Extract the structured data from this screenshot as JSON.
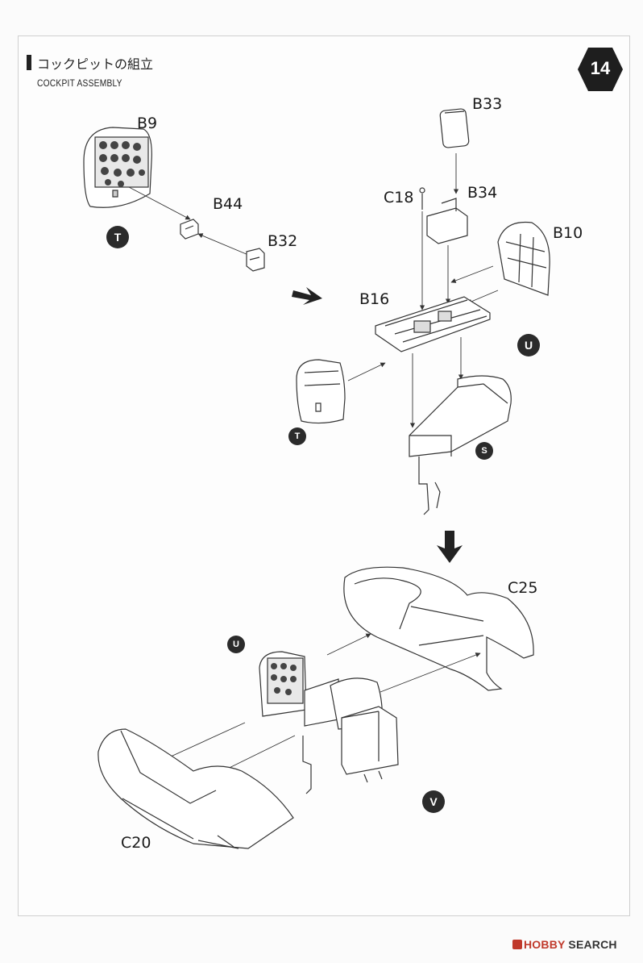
{
  "header": {
    "title_jp": "コックピットの組立",
    "title_en": "COCKPIT ASSEMBLY",
    "step_number": "14"
  },
  "part_labels": {
    "b9": "B9",
    "b44": "B44",
    "b32": "B32",
    "b33": "B33",
    "b34": "B34",
    "c18": "C18",
    "b10": "B10",
    "b16": "B16",
    "c25": "C25",
    "c20": "C20"
  },
  "subassembly_markers": {
    "t_top": "T",
    "t_mid": "T",
    "u_mid": "U",
    "s_mid": "S",
    "u_bottom": "U",
    "v_bottom": "V"
  },
  "footer": {
    "brand_prefix": "HOBBY",
    "brand_suffix": " SEARCH"
  },
  "colors": {
    "ink": "#222222",
    "marker": "#2b2b2b",
    "badge": "#1e1e1e"
  }
}
